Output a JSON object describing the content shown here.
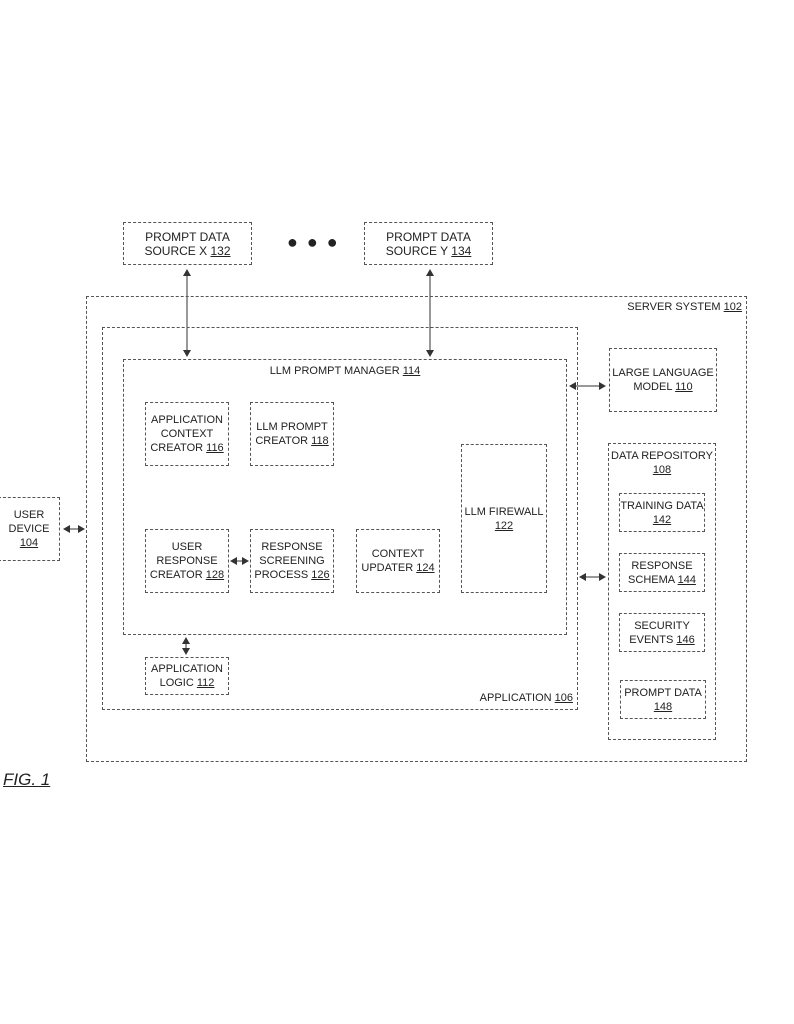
{
  "prompt_source_x": {
    "lines": [
      "PROMPT DATA",
      "SOURCE X"
    ],
    "ref": "132"
  },
  "prompt_source_y": {
    "lines": [
      "PROMPT DATA",
      "SOURCE Y"
    ],
    "ref": "134"
  },
  "ellipsis": "● ● ●",
  "server_system": {
    "label": "SERVER SYSTEM",
    "ref": "102"
  },
  "application": {
    "label": "APPLICATION",
    "ref": "106"
  },
  "llm_prompt_manager": {
    "label": "LLM PROMPT MANAGER",
    "ref": "114"
  },
  "app_context_creator": {
    "lines": [
      "APPLICATION",
      "CONTEXT",
      "CREATOR"
    ],
    "ref": "116"
  },
  "llm_prompt_creator": {
    "lines": [
      "LLM PROMPT",
      "CREATOR"
    ],
    "ref": "118"
  },
  "llm_firewall": {
    "lines": [
      "LLM FIREWALL"
    ],
    "ref": "122"
  },
  "user_response_creator": {
    "lines": [
      "USER",
      "RESPONSE",
      "CREATOR"
    ],
    "ref": "128"
  },
  "response_screening": {
    "lines": [
      "RESPONSE",
      "SCREENING",
      "PROCESS"
    ],
    "ref": "126"
  },
  "context_updater": {
    "lines": [
      "CONTEXT",
      "UPDATER"
    ],
    "ref": "124"
  },
  "application_logic": {
    "lines": [
      "APPLICATION",
      "LOGIC"
    ],
    "ref": "112"
  },
  "large_language_model": {
    "lines": [
      "LARGE LANGUAGE",
      "MODEL"
    ],
    "ref": "110"
  },
  "data_repository": {
    "lines": [
      "DATA REPOSITORY"
    ],
    "ref": "108"
  },
  "training_data": {
    "lines": [
      "TRAINING DATA"
    ],
    "ref": "142"
  },
  "response_schema": {
    "lines": [
      "RESPONSE",
      "SCHEMA"
    ],
    "ref": "144"
  },
  "security_events": {
    "lines": [
      "SECURITY",
      "EVENTS"
    ],
    "ref": "146"
  },
  "prompt_data": {
    "lines": [
      "PROMPT DATA"
    ],
    "ref": "148"
  },
  "user_device": {
    "lines": [
      "USER",
      "DEVICE"
    ],
    "ref": "104"
  },
  "figure_label": "FIG. 1"
}
